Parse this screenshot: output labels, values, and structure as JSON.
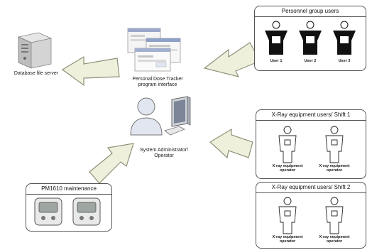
{
  "nodes": {
    "database_server": "Database file server",
    "program_interface": "Personal Dose Tracker\nprogram interface",
    "admin": "System Administrator/\nOperator"
  },
  "groups": {
    "personnel": {
      "title": "Personnel group users",
      "users": [
        "User 1",
        "User 2",
        "User 3"
      ]
    },
    "xray_shift1": {
      "title": "X-Ray equipment users/ Shift 1",
      "operators": [
        "X-ray equipment\noperator",
        "X-ray equipment\noperator"
      ]
    },
    "xray_shift2": {
      "title": "X-Ray equipment users/ Shift 2",
      "operators": [
        "X-ray equipment\noperator",
        "X-ray equipment\noperator"
      ]
    },
    "pm1610": {
      "title": "PM1610 maintenance"
    }
  }
}
